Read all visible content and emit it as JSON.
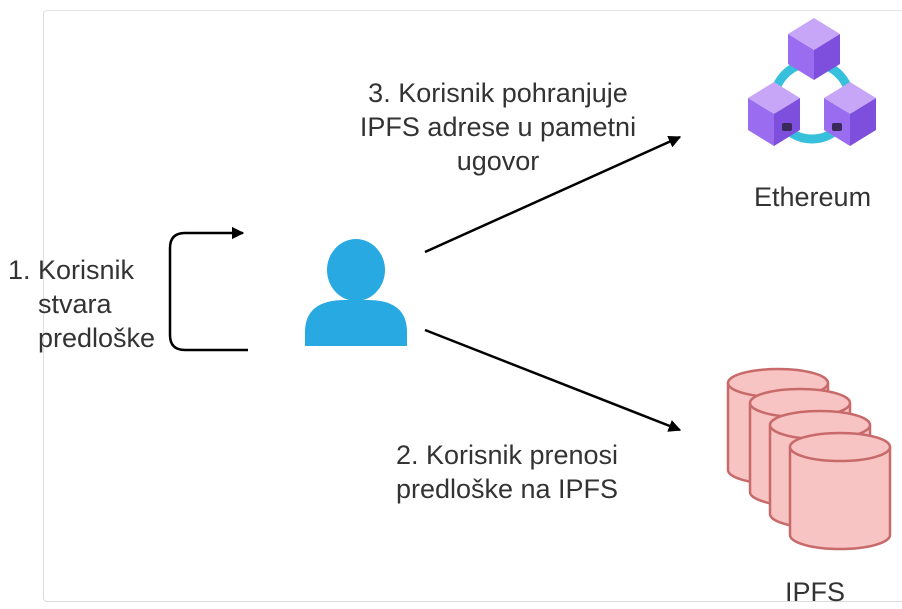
{
  "steps": {
    "step1": {
      "number": "1.",
      "lines": [
        "Korisnik",
        "stvara",
        "predloške"
      ]
    },
    "step2": {
      "lines": [
        "2. Korisnik prenosi",
        "predloške na IPFS"
      ]
    },
    "step3": {
      "lines": [
        "3. Korisnik pohranjuje",
        "IPFS adrese u pametni",
        "ugovor"
      ]
    }
  },
  "nodes": {
    "ethereum": {
      "label": "Ethereum",
      "icon": "ethereum-blocks-icon"
    },
    "ipfs": {
      "label": "IPFS",
      "icon": "database-stack-icon"
    },
    "user": {
      "icon": "user-icon"
    }
  },
  "colors": {
    "user": "#29a9e1",
    "cube_light": "#b18cf5",
    "cube_mid": "#9a6cef",
    "cube_dark": "#7e4fdc",
    "ring": "#37c0dc",
    "db_fill": "#f7c3c3",
    "db_stroke": "#c86a6a",
    "text": "#333333",
    "arrow": "#000000"
  }
}
